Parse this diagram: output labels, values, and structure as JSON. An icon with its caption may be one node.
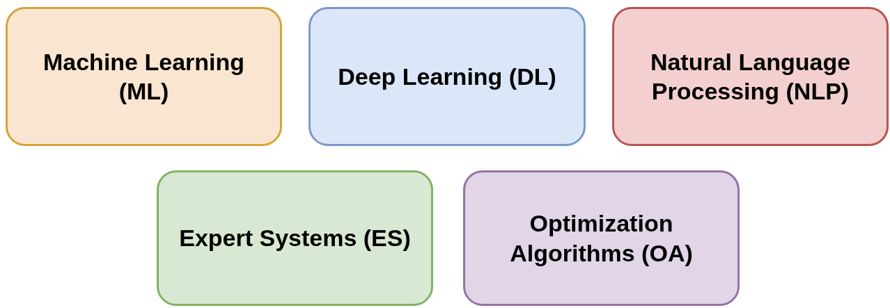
{
  "diagram": {
    "nodes": [
      {
        "text": [
          "Machine Learning (ML)"
        ]
      },
      {
        "text": [
          "Deep Learning (DL)"
        ]
      },
      {
        "text": [
          "Natural Language Processing (NLP)"
        ]
      },
      {
        "text": [
          "Expert Systems (ES)"
        ]
      },
      {
        "text": [
          "Optimization Algorithms (OA)"
        ]
      }
    ]
  }
}
